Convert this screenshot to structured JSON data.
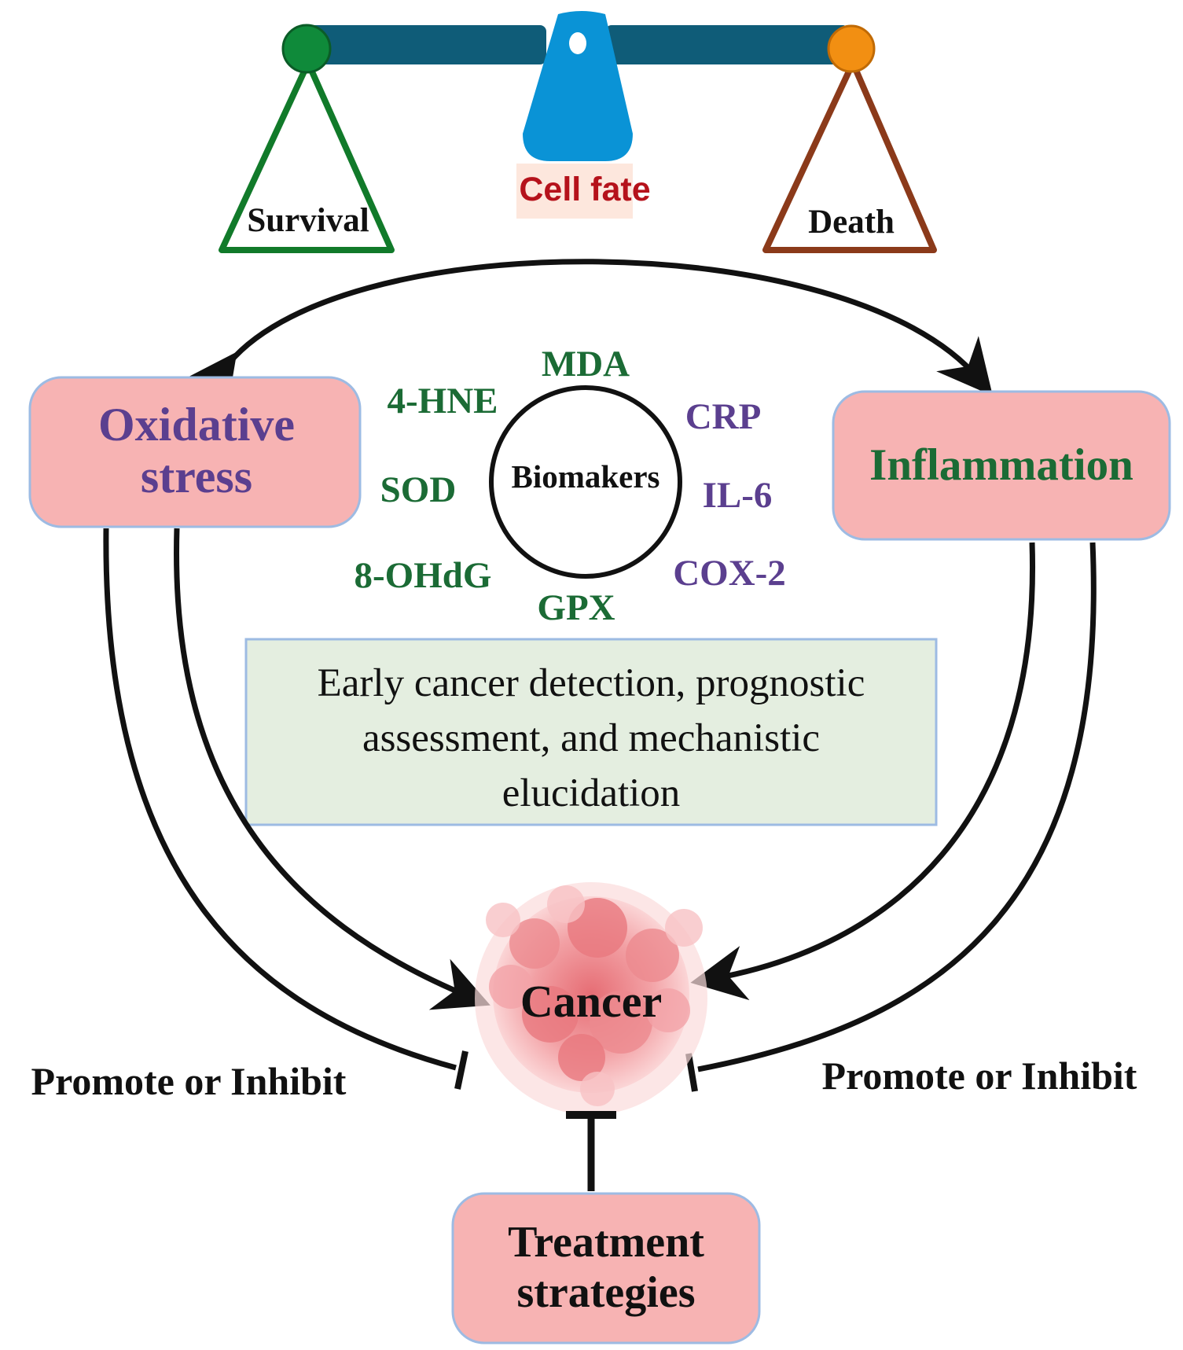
{
  "balance": {
    "left_label": "Survival",
    "center_label": "Cell fate",
    "right_label": "Death"
  },
  "nodes": {
    "oxidative_stress": {
      "line1": "Oxidative",
      "line2": "stress"
    },
    "inflammation": "Inflammation",
    "cancer": "Cancer",
    "treatment": {
      "line1": "Treatment",
      "line2": "strategies"
    }
  },
  "biomarkers": {
    "center": "Biomakers",
    "oxidative": [
      "MDA",
      "4-HNE",
      "SOD",
      "8-OHdG",
      "GPX"
    ],
    "inflammatory": [
      "CRP",
      "IL-6",
      "COX-2"
    ]
  },
  "info_box": {
    "line1": "Early cancer detection, prognostic",
    "line2": "assessment, and mechanistic",
    "line3": "elucidation"
  },
  "edge_labels": {
    "left": "Promote or Inhibit",
    "right": "Promote or Inhibit"
  },
  "colors": {
    "survival_green": "#117a2a",
    "death_brown": "#8b3a1a",
    "beam": "#0f5c78",
    "fulcrum": "#0a8fd0",
    "cell_fate_red": "#b5121b",
    "node_fill": "#f7b3b3",
    "node_border": "#9dbbe3",
    "oxidative_purple": "#5b3f8f",
    "biomarker_green": "#1b6b35",
    "biomarker_purple": "#5b3f8f",
    "info_fill": "#e4eee0",
    "cancer_pink": "#e98080"
  }
}
